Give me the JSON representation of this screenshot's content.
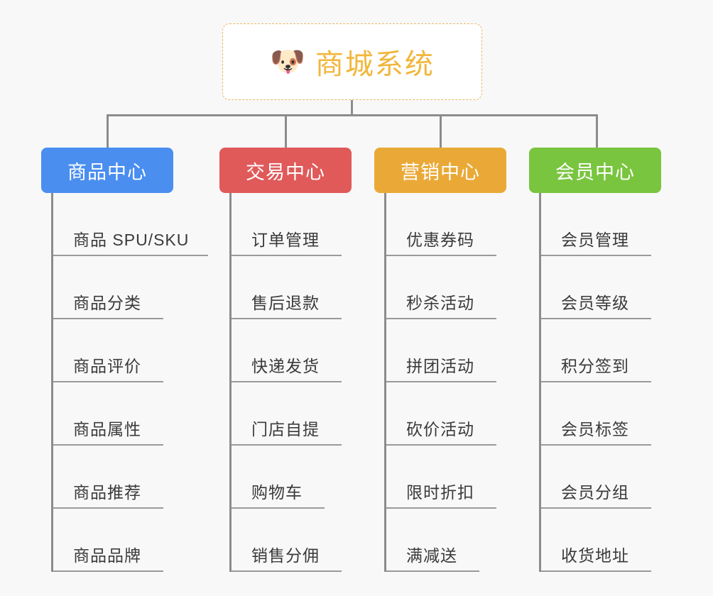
{
  "page": {
    "background_color": "#f8f8f8",
    "title": "商城系统功能架构图"
  },
  "root": {
    "icon": "shiba-dog-face-emoji",
    "emoji": "🐶",
    "label": "商城系统",
    "text_color": "#f2b63c",
    "border_color": "#e8b864",
    "background_color": "#ffffff"
  },
  "connector": {
    "color": "#8c8c8c"
  },
  "columns": [
    {
      "id": "product-center",
      "label": "商品中心",
      "color": "#4a8ef0",
      "items": [
        "商品 SPU/SKU",
        "商品分类",
        "商品评价",
        "商品属性",
        "商品推荐",
        "商品品牌"
      ]
    },
    {
      "id": "trade-center",
      "label": "交易中心",
      "color": "#e05a5a",
      "items": [
        "订单管理",
        "售后退款",
        "快递发货",
        "门店自提",
        "购物车",
        "销售分佣"
      ]
    },
    {
      "id": "marketing-center",
      "label": "营销中心",
      "color": "#eaa937",
      "items": [
        "优惠券码",
        "秒杀活动",
        "拼团活动",
        "砍价活动",
        "限时折扣",
        "满减送"
      ]
    },
    {
      "id": "member-center",
      "label": "会员中心",
      "color": "#79c53f",
      "items": [
        "会员管理",
        "会员等级",
        "积分签到",
        "会员标签",
        "会员分组",
        "收货地址"
      ]
    }
  ]
}
